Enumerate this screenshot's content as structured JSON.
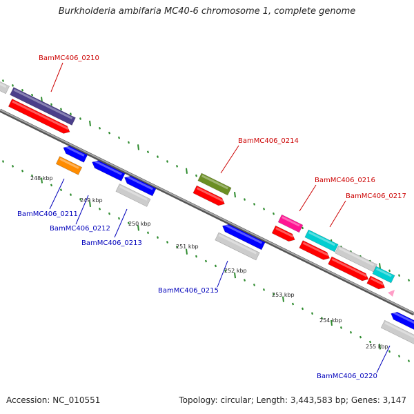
{
  "title": "Burkholderia ambifaria MC40-6 chromosome 1, complete genome",
  "footer": {
    "accession": "Accession: NC_010551",
    "summary": "Topology: circular; Length: 3,443,583 bp; Genes: 3,147"
  },
  "colors": {
    "forward_label": "#cc0000",
    "reverse_label": "#0000bb",
    "backbone": "#888888",
    "tick": "#2e8b2e",
    "cds_forward": "#ff0000",
    "cds_reverse": "#0000ff",
    "pseudo": "#cccccc"
  },
  "scale_ticks": [
    {
      "label": "248 kbp"
    },
    {
      "label": "249 kbp"
    },
    {
      "label": "250 kbp"
    },
    {
      "label": "251 kbp"
    },
    {
      "label": "252 kbp"
    },
    {
      "label": "253 kbp"
    },
    {
      "label": "254 kbp"
    },
    {
      "label": "255 kbp"
    }
  ],
  "genes": [
    {
      "id": "BamMC406_0210",
      "strand": "forward",
      "color": "#4b3f8a"
    },
    {
      "id": "BamMC406_0211",
      "strand": "reverse",
      "color": "#ff8c00"
    },
    {
      "id": "BamMC406_0212",
      "strand": "reverse",
      "color": "#0000ff"
    },
    {
      "id": "BamMC406_0213",
      "strand": "reverse",
      "color": "#0000ff"
    },
    {
      "id": "BamMC406_0214",
      "strand": "forward",
      "color": "#6b8e23"
    },
    {
      "id": "BamMC406_0215",
      "strand": "reverse",
      "color": "#0000ff"
    },
    {
      "id": "BamMC406_0216",
      "strand": "forward",
      "color": "#ff1493"
    },
    {
      "id": "BamMC406_0217",
      "strand": "forward",
      "color": "#00ced1"
    },
    {
      "id": "BamMC406_0220",
      "strand": "reverse",
      "color": "#0000ff"
    }
  ]
}
